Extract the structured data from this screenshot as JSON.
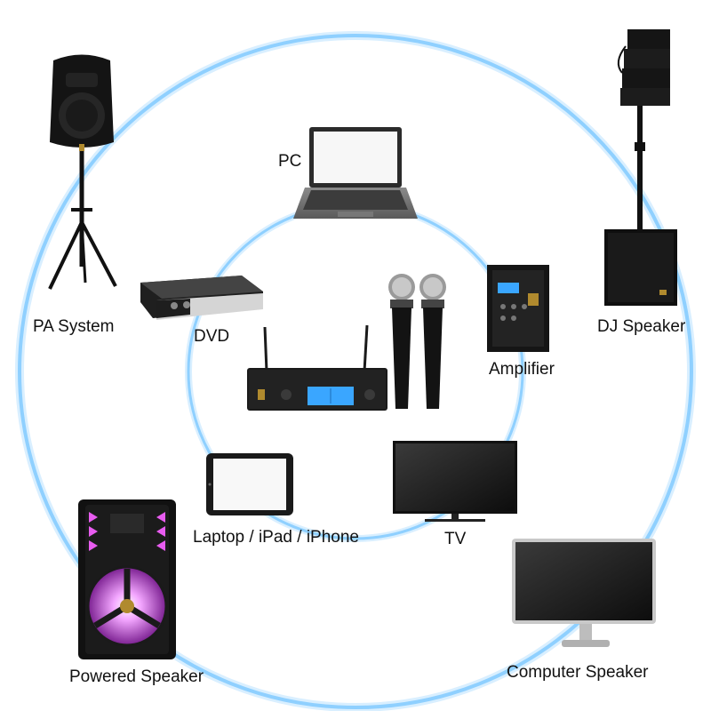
{
  "labels": {
    "pc": "PC",
    "pa_system": "PA System",
    "dj_speaker": "DJ Speaker",
    "dvd": "DVD",
    "amplifier": "Amplifier",
    "laptop": "Laptop / iPad / iPhone",
    "tv": "TV",
    "powered_speaker": "Powered Speaker",
    "computer_speaker": "Computer Speaker"
  },
  "colors": {
    "ring": "#8fd0ff",
    "ring_glow": "#cfeaff",
    "device_dark": "#1a1a1a",
    "receiver_display": "#3aa6ff",
    "led_pink": "#e85cf0"
  }
}
